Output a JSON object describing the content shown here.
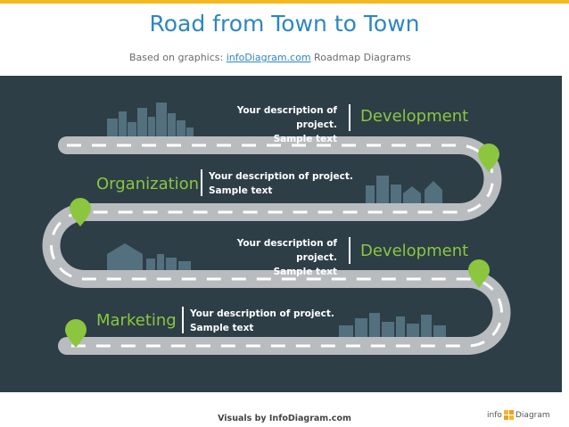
{
  "header": {
    "title": "Road from Town to Town",
    "subtitle_prefix": "Based on graphics: ",
    "subtitle_link": "infoDiagram.com",
    "subtitle_suffix": " Roadmap Diagrams"
  },
  "stages": [
    {
      "desc_line1": "Your description of project.",
      "desc_line2": "Sample text",
      "label": "Development"
    },
    {
      "desc_line1": "Your description of project.",
      "desc_line2": "Sample text",
      "label": "Organization"
    },
    {
      "desc_line1": "Your description of project.",
      "desc_line2": "Sample text",
      "label": "Development"
    },
    {
      "desc_line1": "Your description of project.",
      "desc_line2": "Sample text",
      "label": "Marketing"
    }
  ],
  "footer": {
    "credit": "Visuals by InfoDiagram.com",
    "logo_info": "info",
    "logo_diagram": "Diagram"
  },
  "colors": {
    "accent_yellow": "#f5b920",
    "title_blue": "#2e86c1",
    "panel_bg": "#2d3e47",
    "road": "#b8bcbf",
    "pin_green": "#8cc63f",
    "city": "#53707e"
  }
}
